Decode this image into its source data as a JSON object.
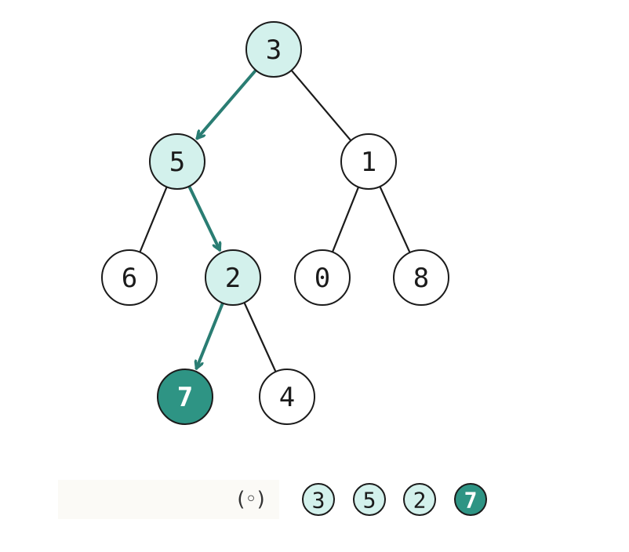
{
  "tree": {
    "nodes": [
      {
        "id": "n3",
        "label": "3",
        "state": "visited"
      },
      {
        "id": "n5",
        "label": "5",
        "state": "visited"
      },
      {
        "id": "n1",
        "label": "1",
        "state": "default"
      },
      {
        "id": "n6",
        "label": "6",
        "state": "default"
      },
      {
        "id": "n2",
        "label": "2",
        "state": "visited"
      },
      {
        "id": "n0",
        "label": "0",
        "state": "default"
      },
      {
        "id": "n8",
        "label": "8",
        "state": "default"
      },
      {
        "id": "n7",
        "label": "7",
        "state": "target"
      },
      {
        "id": "n4",
        "label": "4",
        "state": "default"
      }
    ],
    "edges": [
      {
        "from": "n3",
        "to": "n5",
        "kind": "path"
      },
      {
        "from": "n3",
        "to": "n1",
        "kind": "plain"
      },
      {
        "from": "n5",
        "to": "n6",
        "kind": "plain"
      },
      {
        "from": "n5",
        "to": "n2",
        "kind": "path"
      },
      {
        "from": "n1",
        "to": "n0",
        "kind": "plain"
      },
      {
        "from": "n1",
        "to": "n8",
        "kind": "plain"
      },
      {
        "from": "n2",
        "to": "n7",
        "kind": "path"
      },
      {
        "from": "n2",
        "to": "n4",
        "kind": "plain"
      }
    ]
  },
  "path_row": {
    "face": "(◦)",
    "items": [
      {
        "label": "3",
        "state": "visited"
      },
      {
        "label": "5",
        "state": "visited"
      },
      {
        "label": "2",
        "state": "visited"
      },
      {
        "label": "7",
        "state": "target"
      }
    ]
  },
  "colors": {
    "visited_fill": "#d3f1ec",
    "target_fill": "#2e9484",
    "default_fill": "#ffffff",
    "path_edge": "#2a7d73",
    "plain_edge": "#1b1b1b",
    "node_stroke": "#1b1b1b",
    "target_text": "#ffffff",
    "text": "#1b1b1b"
  }
}
